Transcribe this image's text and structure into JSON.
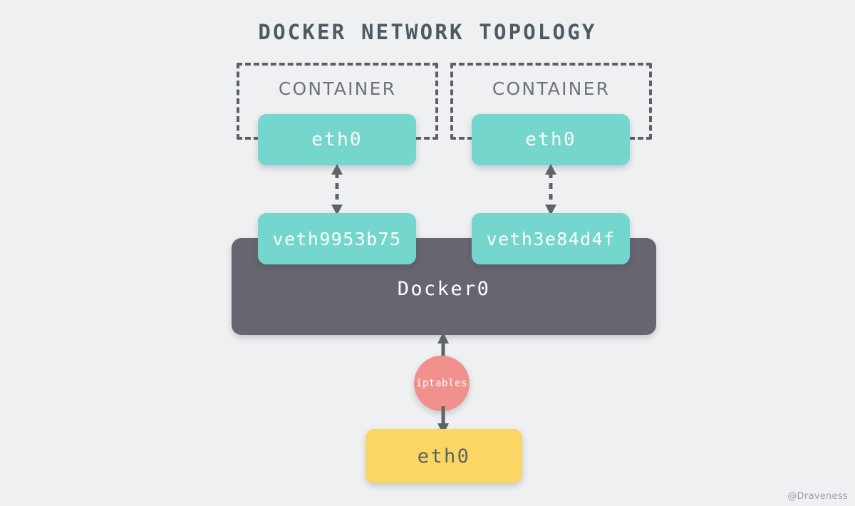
{
  "diagram": {
    "title": "DOCKER NETWORK TOPOLOGY",
    "background_color": "#eff0f2",
    "watermark": "@Draveness"
  },
  "palette": {
    "teal": "#74d6cc",
    "bridge_gray": "#67656f",
    "yellow": "#fad765",
    "salmon": "#f0918e",
    "dashed_border": "#5b6068",
    "title_text": "#4e5a61",
    "container_label_text": "#6d737b",
    "arrow": "#5e636b"
  },
  "containers": [
    {
      "id": "container-left",
      "label": "CONTAINER",
      "interface": {
        "id": "container-left-eth0",
        "label": "eth0"
      }
    },
    {
      "id": "container-right",
      "label": "CONTAINER",
      "interface": {
        "id": "container-right-eth0",
        "label": "eth0"
      }
    }
  ],
  "veth_pairs": [
    {
      "id": "veth-left",
      "label": "veth9953b75"
    },
    {
      "id": "veth-right",
      "label": "veth3e84d4f"
    }
  ],
  "bridge": {
    "id": "docker0-bridge",
    "label": "Docker0"
  },
  "firewall": {
    "id": "iptables-node",
    "label": "iptables"
  },
  "host_interface": {
    "id": "host-eth0",
    "label": "eth0"
  },
  "connections": [
    {
      "id": "link-container-left-veth",
      "style": "dashed",
      "arrows": "both"
    },
    {
      "id": "link-container-right-veth",
      "style": "dashed",
      "arrows": "both"
    },
    {
      "id": "link-bridge-iptables",
      "style": "solid",
      "arrows": "both"
    },
    {
      "id": "link-iptables-host-eth0",
      "style": "solid",
      "arrows": "both"
    }
  ]
}
